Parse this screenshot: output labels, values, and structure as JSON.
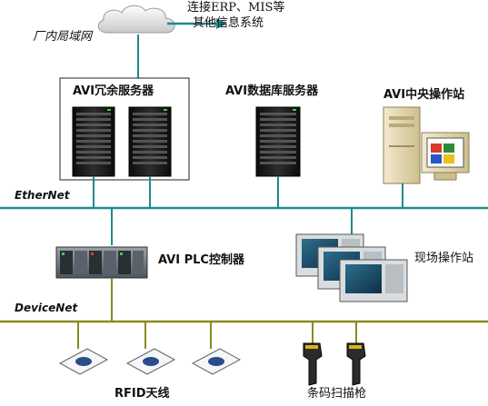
{
  "network": {
    "lan_label": "厂内局域网",
    "erp_line1": "连接ERP、MIS等",
    "erp_line2": "其他信息系统",
    "ethernet_label": "EtherNet",
    "devicenet_label": "DeviceNet"
  },
  "nodes": {
    "redundant_server": "AVI冗余服务器",
    "db_server": "AVI数据库服务器",
    "central_station": "AVI中央操作站",
    "plc": "AVI PLC控制器",
    "field_station": "现场操作站",
    "rfid": "RFID天线",
    "scanner": "条码扫描枪"
  },
  "colors": {
    "network_line": "#1f8a8a",
    "server_body": "#1c1c1c",
    "pc_body": "#e8dcae"
  },
  "icons": {
    "cloud": "cloud-icon",
    "server": "server-rack-icon",
    "pc": "desktop-pc-icon",
    "plc": "plc-rack-icon",
    "panel": "operator-panel-icon",
    "rfid": "rfid-antenna-icon",
    "scanner": "barcode-scanner-icon"
  }
}
